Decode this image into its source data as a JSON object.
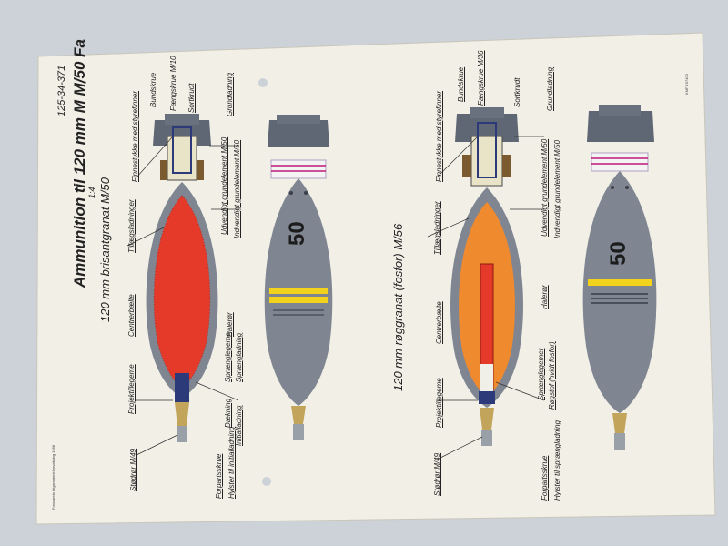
{
  "poster": {
    "title": "Ammunition til 120 mm M M/50 Fa",
    "ref_number": "125-34-371",
    "scale": "1:4",
    "printer_note": "Forsvarets krigsmaterielforvaltning 1958",
    "form_code": "KMF 167403"
  },
  "left_section": {
    "heading": "120 mm brisantgranat M/50",
    "marking": "50",
    "labels": {
      "halerer": "Halerør",
      "centrerbaelte": "Centrerbælte",
      "tillaegsladninger": "Tillægsladninger",
      "finnestykke": "Finnestykke med styrefinner",
      "bundskrue": "Bundskrue",
      "faengskrue": "Fængskrue M/10",
      "sortkrudt": "Sortkrudt",
      "grundladning": "Grundladning",
      "udvendigt": "Udvendigt grundelement M/50",
      "indvendigt": "Indvendigt grundelement M/50",
      "halerer_front": "Halerør",
      "sprenglegeme": "Sprænglegeme",
      "sprengladning": "Sprængladning",
      "daekning": "Dækning",
      "initialladning": "Initialladning",
      "projektillegeme": "Projektillegeme",
      "stodror": "Stødrør M/49",
      "forpartsskrue": "Forpartsskrue",
      "hylster": "Hylster til initialladning"
    }
  },
  "right_section": {
    "heading": "120 mm røggranat (fosfor) M/56",
    "marking": "50",
    "labels": {
      "finnestykke": "Finnestykke med styrefinner",
      "bundskrue": "Bundskrue",
      "faengskrue": "Fængskrue M/36",
      "sortkrudt": "Sortkrudt",
      "grundladning": "Grundladning",
      "tillaegsladninger": "Tillægsladninger",
      "udvendigt": "Udvendigt grundelement M/50",
      "indvendigt": "Indvendigt grundelement M/50",
      "centrerbaelte": "Centrerbælte",
      "halerer": "Halerør",
      "sprenglegemer": "Sprænglegemer",
      "rogstof": "Røgstof (hvidt fosfor)",
      "projektillegeme": "Projektillegeme",
      "stodror": "Stødrør M/49",
      "forpartsskrue": "Forpartsskrue",
      "hylster": "Hylster til sprængladning"
    }
  },
  "colors": {
    "background": "#cdd2d8",
    "paper": "#f1efe6",
    "shell_gray": "#7f8691",
    "fin_gray": "#5f6774",
    "red_fill": "#e53a2a",
    "orange_fill": "#f08a2e",
    "yellow_band": "#f3d21c",
    "brass": "#c2a45a",
    "dark_blue": "#2d3a7a"
  }
}
